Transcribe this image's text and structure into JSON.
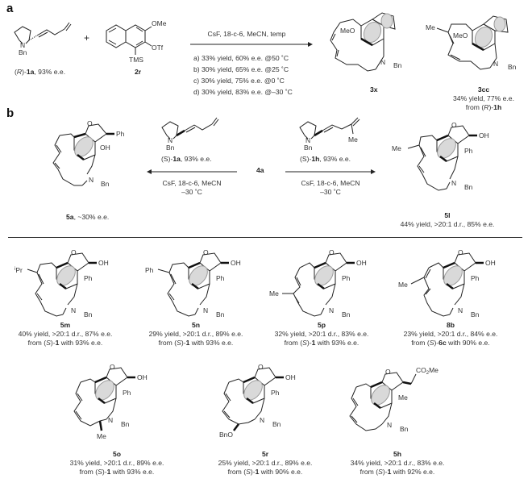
{
  "panels": {
    "a": {
      "label": "a",
      "reactant1": {
        "caption": "(R)-1a, 93% e.e.",
        "prefix": "(",
        "stereo": "R",
        "mid": ")-",
        "id": "1a",
        "suffix": ", 93% e.e.",
        "atoms": [
          "N",
          "Bn"
        ]
      },
      "plus": "+",
      "reactant2": {
        "id": "2r",
        "substituents": [
          "OMe",
          "OTf",
          "TMS"
        ]
      },
      "arrow": {
        "conditions": "CsF, 18-c-6, MeCN, temp",
        "results": [
          "a) 33% yield, 60% e.e. @50 ˚C",
          "b) 30% yield, 65% e.e. @25 ˚C",
          "c) 30% yield, 75% e.e. @0 ˚C",
          "d) 30% yield, 83% e.e. @–30 ˚C"
        ]
      },
      "product1": {
        "id": "3x",
        "substituents": [
          "MeO",
          "N",
          "Bn"
        ]
      },
      "product2": {
        "id": "3cc",
        "line1": "34% yield, 77% e.e.",
        "line2_prefix": "from (",
        "line2_stereo": "R",
        "line2_mid": ")-",
        "line2_id": "1h",
        "substituents": [
          "Me",
          "MeO",
          "N",
          "Bn"
        ]
      }
    },
    "b": {
      "label": "b",
      "center": "4a",
      "left_arrow": {
        "reagent_caption_prefix": "(S)-",
        "reagent_id": "1a",
        "reagent_suffix": ", 93% e.e.",
        "conditions1": "CsF, 18-c-6, MeCN",
        "conditions2": "–30 ˚C",
        "atoms": [
          "N",
          "Bn"
        ]
      },
      "right_arrow": {
        "reagent_caption_prefix": "(S)-",
        "reagent_id": "1h",
        "reagent_suffix": ", 93% e.e.",
        "conditions1": "CsF, 18-c-6, MeCN",
        "conditions2": "–30 ˚C",
        "atoms": [
          "N",
          "Bn",
          "Me"
        ]
      },
      "product_left": {
        "id": "5a",
        "caption": ", ~30% e.e.",
        "substituents": [
          "O",
          "Ph",
          "OH",
          "N",
          "Bn"
        ]
      },
      "product_right": {
        "id": "5l",
        "line1": "44% yield,  >20:1 d.r., 85% e.e.",
        "substituents": [
          "Me",
          "O",
          "OH",
          "Ph",
          "N",
          "Bn"
        ]
      }
    },
    "scope": [
      {
        "id": "5m",
        "r_label": "iPr",
        "line1": "40% yield, >20:1 d.r., 87% e.e.",
        "from_prefix": "from (",
        "stereo": "S",
        "from_mid": ")-",
        "src": "1",
        "from_suffix": " with 93% e.e."
      },
      {
        "id": "5n",
        "r_label": "Ph",
        "line1": "29% yield, >20:1 d.r., 89% e.e.",
        "from_prefix": "from (",
        "stereo": "S",
        "from_mid": ")-",
        "src": "1",
        "from_suffix": " with 93% e.e."
      },
      {
        "id": "5p",
        "r_label": "Me",
        "line1": "32% yield,  >20:1 d.r., 83% e.e.",
        "from_prefix": "from (",
        "stereo": "S",
        "from_mid": ")-",
        "src": "1",
        "from_suffix": " with 93% e.e."
      },
      {
        "id": "8b",
        "r_label": "Me",
        "line1": "23% yield,  >20:1 d.r., 84% e.e.",
        "from_prefix": "from (",
        "stereo": "S",
        "from_mid": ")-",
        "src": "6c",
        "from_suffix": " with 90% e.e."
      },
      {
        "id": "5o",
        "r_label": "Me",
        "line1": "31% yield,  >20:1 d.r., 89% e.e.",
        "from_prefix": "from (",
        "stereo": "S",
        "from_mid": ")-",
        "src": "1",
        "from_suffix": " with 93% e.e."
      },
      {
        "id": "5r",
        "r_label": "BnO",
        "line1": "25% yield,  >20:1 d.r., 89% e.e.",
        "from_prefix": "from (",
        "stereo": "S",
        "from_mid": ")-",
        "src": "1",
        "from_suffix": " with 90% e.e."
      },
      {
        "id": "5h",
        "r_label": "CO2Me",
        "line1": "34% yield,  >20:1 d.r., 83% e.e.",
        "from_prefix": "from (",
        "stereo": "S",
        "from_mid": ")-",
        "src": "1",
        "from_suffix": " with 92% e.e."
      }
    ],
    "atom_labels": {
      "O": "O",
      "OH": "OH",
      "Ph": "Ph",
      "N": "N",
      "Bn": "Bn",
      "Me": "Me",
      "MeO": "MeO",
      "OMe": "OMe",
      "OTf": "OTf",
      "TMS": "TMS",
      "BnO": "BnO",
      "CO2Me_main": "CO",
      "CO2Me_sub": "2",
      "CO2Me_tail": "Me",
      "iPr_sup": "i",
      "iPr_main": "Pr"
    }
  },
  "colors": {
    "ink": "#222222",
    "ring_fill": "#d9d9d9",
    "ring_stroke": "#9a9a9a",
    "rule": "#333333"
  }
}
